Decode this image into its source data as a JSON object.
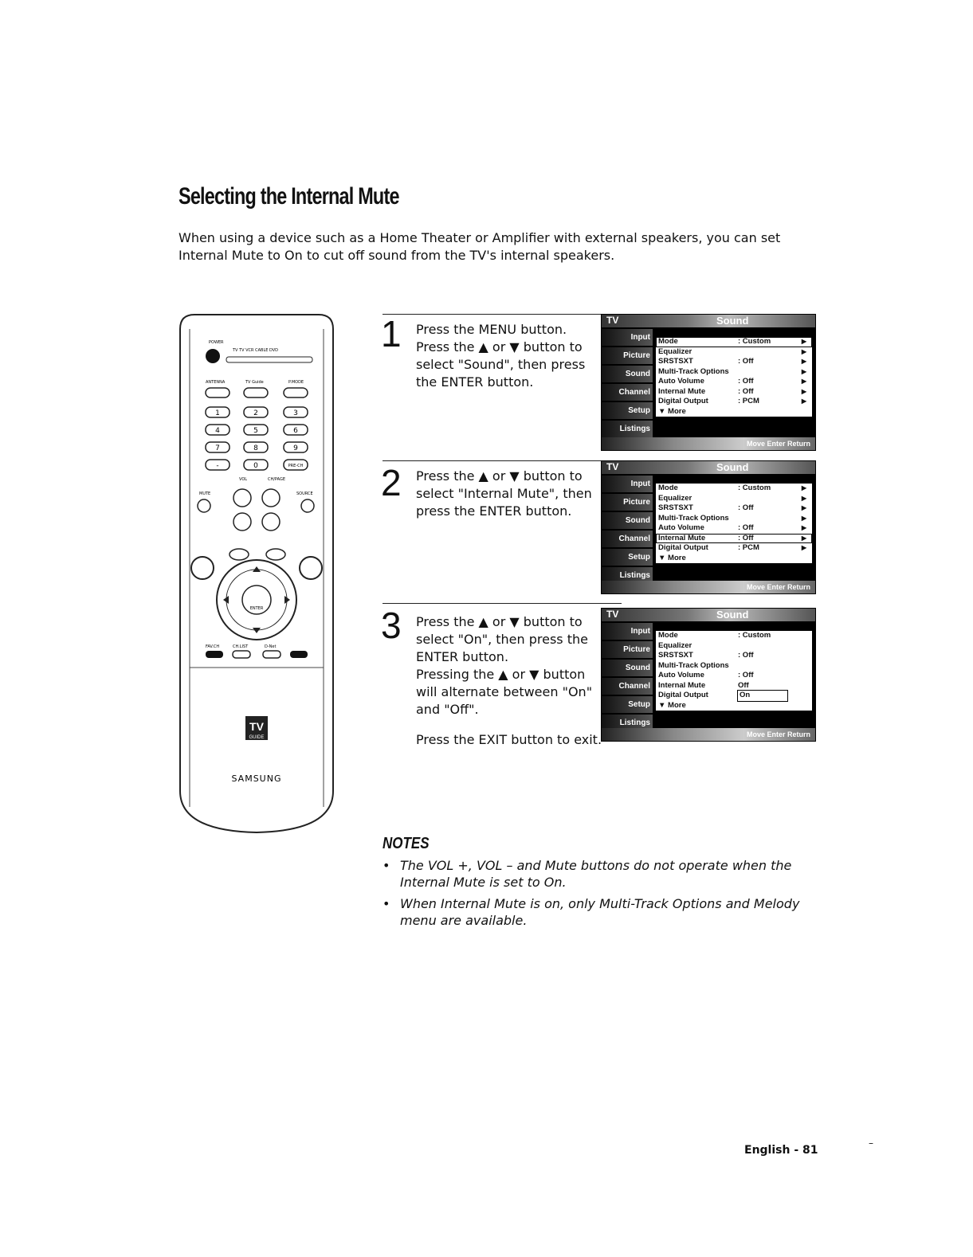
{
  "page": {
    "title": "Selecting the Internal Mute",
    "intro_line1": "When using a device such as a Home Theater or Amplifier with external speakers, you can set",
    "intro_line2": "Internal Mute to On to cut off sound from the TV's internal speakers.",
    "footer": "English - 81",
    "corner_mark": "–"
  },
  "remote": {
    "power_label": "POWER",
    "mode_labels": "TV  TV  VCR  CABLE  DVD",
    "top_labels": [
      "ANTENNA",
      "TV Guide",
      "P.MODE"
    ],
    "digits": [
      "1",
      "2",
      "3",
      "4",
      "5",
      "6",
      "7",
      "8",
      "9",
      "-",
      "0",
      "PRE-CH"
    ],
    "vol_label": "VOL",
    "ch_label": "CH/PAGE",
    "mute_label": "MUTE",
    "source_label": "SOURCE",
    "enter_label": "ENTER",
    "bottom_labels": [
      "FAV.CH",
      "CH.LIST",
      "D-Net"
    ],
    "logo_top": "TV",
    "logo_bottom": "GUIDE",
    "brand": "SAMSUNG"
  },
  "steps": [
    {
      "number": "1",
      "lines": [
        "Press the MENU button.",
        "Press the ▲ or ▼ button to",
        "select \"Sound\", then press",
        "the ENTER button."
      ]
    },
    {
      "number": "2",
      "lines": [
        "Press the ▲ or ▼ button to",
        "select \"Internal Mute\", then",
        "press the ENTER button."
      ]
    },
    {
      "number": "3",
      "lines": [
        "Press the ▲ or ▼ button to",
        "select \"On\", then press the",
        "ENTER button.",
        "Pressing the ▲ or ▼ button",
        "will alternate between \"On\"",
        "and \"Off\"."
      ],
      "exit_line": "Press the EXIT button to exit."
    }
  ],
  "osd": {
    "tv_tag": "TV",
    "heading": "Sound",
    "side_items": [
      "Input",
      "Picture",
      "Sound",
      "Channel",
      "Setup",
      "Listings"
    ],
    "screen1": {
      "rows": [
        {
          "name": "Mode",
          "value": ": Custom",
          "arrow": "▶"
        },
        {
          "name": "Equalizer",
          "value": "",
          "arrow": "▶"
        },
        {
          "name": "SRSTSXT",
          "value": ": Off",
          "arrow": "▶"
        },
        {
          "name": "Multi-Track Options",
          "value": "",
          "arrow": "▶"
        },
        {
          "name": "Auto Volume",
          "value": ": Off",
          "arrow": "▶"
        },
        {
          "name": "Internal Mute",
          "value": ": Off",
          "arrow": "▶"
        },
        {
          "name": "Digital Output",
          "value": ": PCM",
          "arrow": "▶"
        },
        {
          "name": "▼ More",
          "value": "",
          "arrow": ""
        }
      ],
      "footer": "Move   Enter   Return"
    },
    "screen2": {
      "rows": [
        {
          "name": "Mode",
          "value": ": Custom",
          "arrow": "▶"
        },
        {
          "name": "Equalizer",
          "value": "",
          "arrow": "▶"
        },
        {
          "name": "SRSTSXT",
          "value": ": Off",
          "arrow": "▶"
        },
        {
          "name": "Multi-Track Options",
          "value": "",
          "arrow": "▶"
        },
        {
          "name": "Auto Volume",
          "value": ": Off",
          "arrow": "▶"
        },
        {
          "name": "Internal Mute",
          "value": ": Off",
          "arrow": "▶"
        },
        {
          "name": "Digital Output",
          "value": ": PCM",
          "arrow": "▶"
        },
        {
          "name": "▼ More",
          "value": "",
          "arrow": ""
        }
      ],
      "footer": "Move   Enter   Return"
    },
    "screen3": {
      "rows": [
        {
          "name": "Mode",
          "value": ": Custom",
          "arrow": ""
        },
        {
          "name": "Equalizer",
          "value": "",
          "arrow": ""
        },
        {
          "name": "SRSTSXT",
          "value": ": Off",
          "arrow": ""
        },
        {
          "name": "Multi-Track Options",
          "value": "",
          "arrow": ""
        },
        {
          "name": "Auto Volume",
          "value": ": Off",
          "arrow": ""
        },
        {
          "name": "Internal Mute",
          "value": "Off",
          "arrow": ""
        },
        {
          "name": "Digital Output",
          "value": "On",
          "arrow": ""
        },
        {
          "name": "▼ More",
          "value": "",
          "arrow": ""
        }
      ],
      "footer": "Move   Enter   Return"
    }
  },
  "notes": {
    "heading": "NOTES",
    "items": [
      "The VOL +, VOL – and Mute buttons do not operate when the Internal Mute is set to On.",
      "When Internal Mute is on, only Multi-Track Options and Melody menu are available."
    ]
  }
}
